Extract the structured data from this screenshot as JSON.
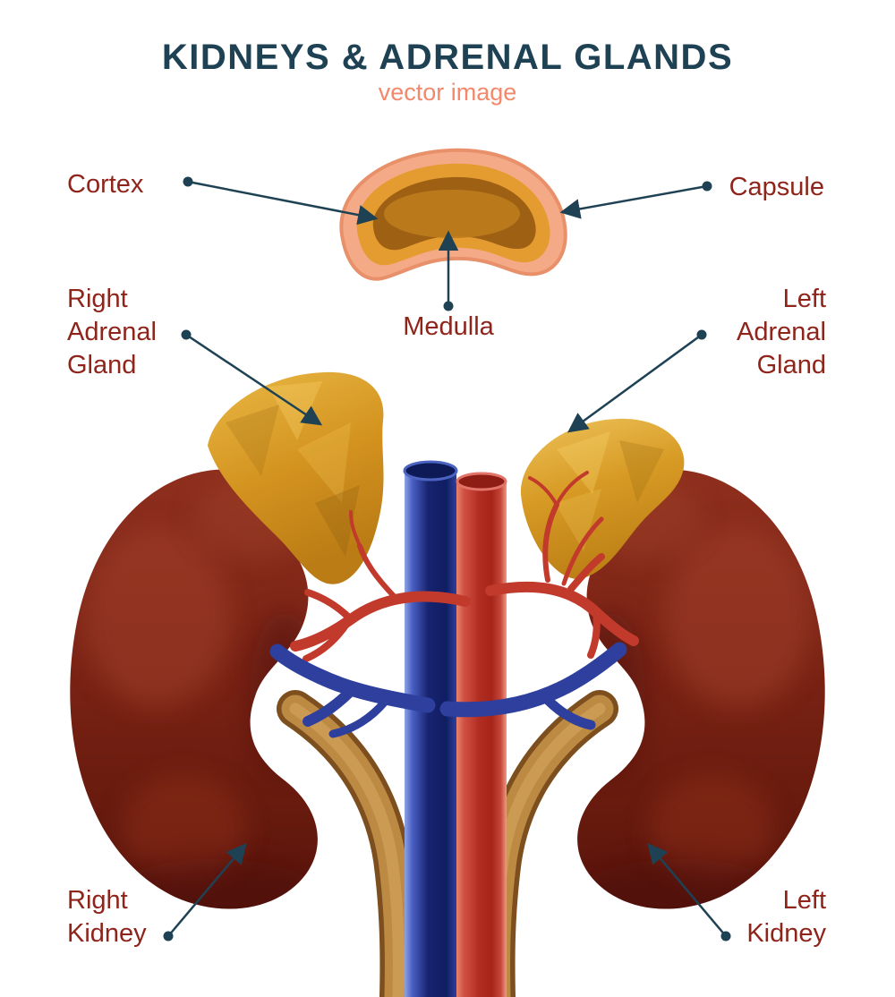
{
  "title": "KIDNEYS & ADRENAL GLANDS",
  "subtitle": "vector image",
  "labels": {
    "cortex": {
      "text": "Cortex"
    },
    "capsule": {
      "text": "Capsule"
    },
    "medulla": {
      "text": "Medulla"
    },
    "right_adrenal": {
      "lines": [
        "Right",
        "Adrenal",
        "Gland"
      ]
    },
    "left_adrenal": {
      "lines": [
        "Left",
        "Adrenal",
        "Gland"
      ]
    },
    "right_kidney": {
      "lines": [
        "Right",
        "Kidney"
      ]
    },
    "left_kidney": {
      "lines": [
        "Left",
        "Kidney"
      ]
    }
  },
  "colors": {
    "title": "#1e4254",
    "subtitle": "#f5886a",
    "label": "#8e241a",
    "arrow": "#1e4254",
    "kidney": "#7a2315",
    "adrenal_gland": "#d4931f",
    "capsule": "#f4aa86",
    "cortex": "#e49b30",
    "medulla": "#9e6114",
    "vena_cava_blue": "#101d63",
    "aorta_red": "#b12d22",
    "ureter": "#bd8a44"
  },
  "callouts": [
    {
      "label": "Cortex",
      "target": "golden outer layer of adrenal cross-section"
    },
    {
      "label": "Capsule",
      "target": "salmon outer rim of adrenal cross-section"
    },
    {
      "label": "Medulla",
      "target": "brown inner region of adrenal cross-section"
    },
    {
      "label": "Right Adrenal Gland",
      "target": "gland atop right kidney"
    },
    {
      "label": "Left Adrenal Gland",
      "target": "gland atop left kidney"
    },
    {
      "label": "Right Kidney",
      "target": "right kidney body"
    },
    {
      "label": "Left Kidney",
      "target": "left kidney body"
    }
  ]
}
